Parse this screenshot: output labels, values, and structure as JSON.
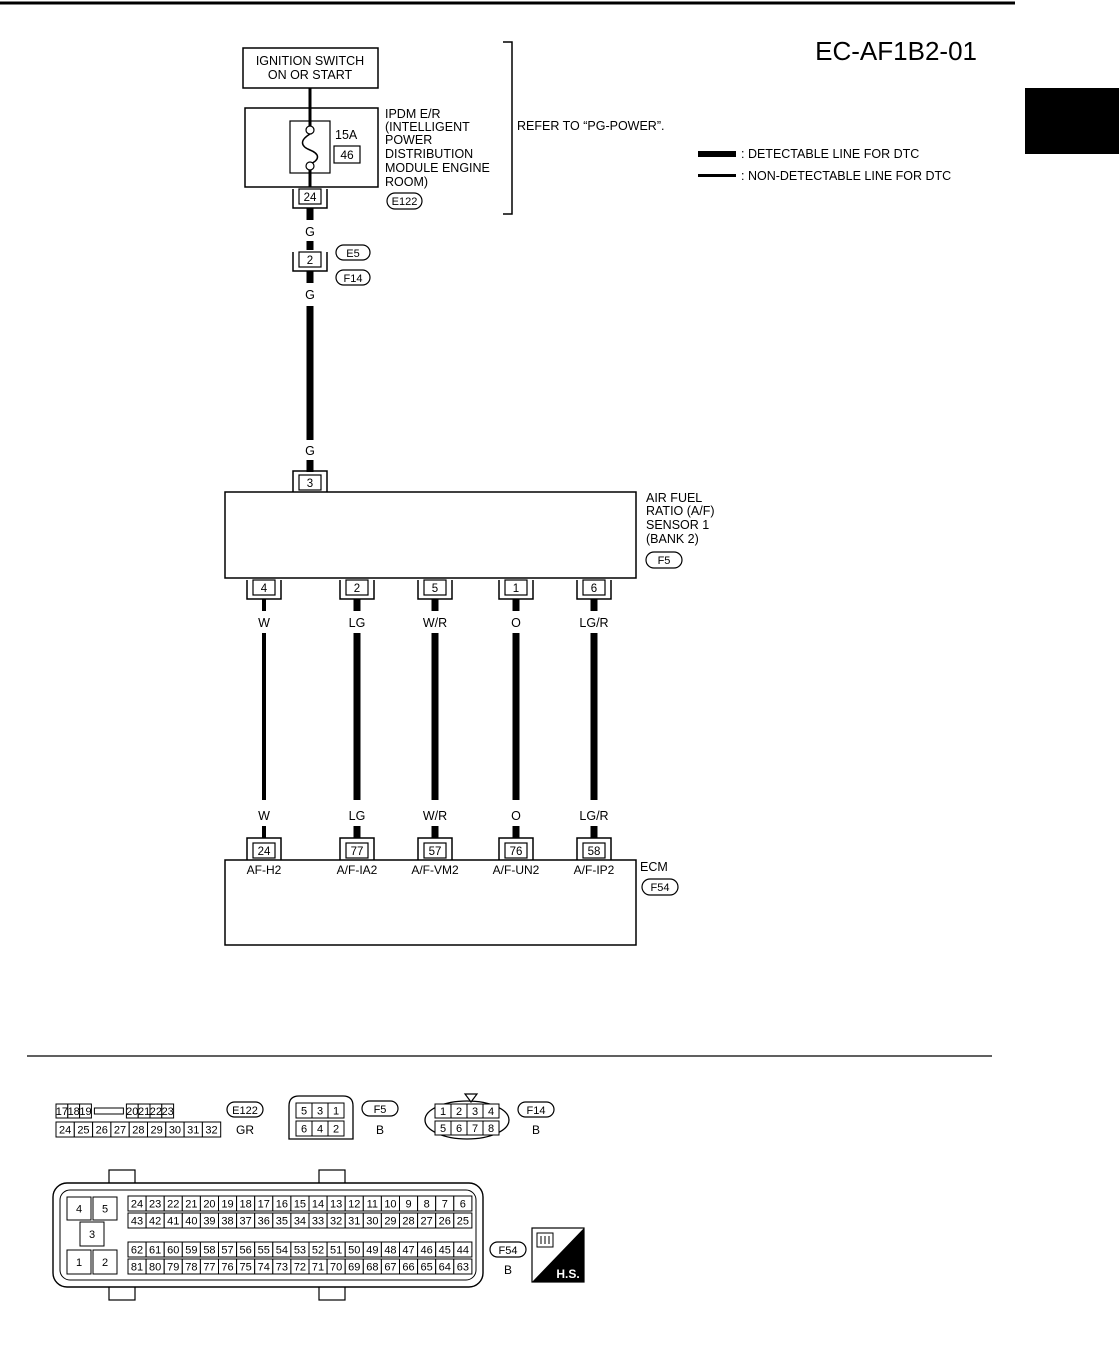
{
  "diagram_id": "EC-AF1B2-01",
  "refer_note": "REFER TO “PG-POWER”.",
  "legend": {
    "detectable": ": DETECTABLE LINE FOR DTC",
    "non_detectable": ": NON-DETECTABLE LINE FOR DTC"
  },
  "ignition": {
    "line1": "IGNITION SWITCH",
    "line2": "ON OR START"
  },
  "ipdm": {
    "lines": [
      "IPDM E/R",
      "(INTELLIGENT",
      "POWER",
      "DISTRIBUTION",
      "MODULE ENGINE",
      "ROOM)"
    ],
    "fuse_rating": "15A",
    "fuse_number": "46",
    "terminal": "24",
    "connector": "E122"
  },
  "joint": {
    "terminal": "2",
    "connector_top": "E5",
    "connector_bottom": "F14"
  },
  "wire_color_g": "G",
  "sensor": {
    "lines": [
      "AIR FUEL",
      "RATIO (A/F)",
      "SENSOR 1",
      "(BANK 2)"
    ],
    "connector": "F5",
    "top_terminal": "3"
  },
  "circuits": [
    {
      "sensor_terminal": "4",
      "color": "W",
      "ecm_terminal": "24",
      "ecm_label": "AF-H2"
    },
    {
      "sensor_terminal": "2",
      "color": "LG",
      "ecm_terminal": "77",
      "ecm_label": "A/F-IA2"
    },
    {
      "sensor_terminal": "5",
      "color": "W/R",
      "ecm_terminal": "57",
      "ecm_label": "A/F-VM2"
    },
    {
      "sensor_terminal": "1",
      "color": "O",
      "ecm_terminal": "76",
      "ecm_label": "A/F-UN2"
    },
    {
      "sensor_terminal": "6",
      "color": "LG/R",
      "ecm_terminal": "58",
      "ecm_label": "A/F-IP2"
    }
  ],
  "ecm": {
    "label": "ECM",
    "connector": "F54"
  },
  "connectors": {
    "e122": {
      "id": "E122",
      "color": "GR",
      "row1": [
        "17",
        "18",
        "19",
        "",
        "20",
        "21",
        "22",
        "23"
      ],
      "row2": [
        "24",
        "25",
        "26",
        "27",
        "28",
        "29",
        "30",
        "31",
        "32"
      ]
    },
    "f5": {
      "id": "F5",
      "color": "B",
      "row1": [
        "5",
        "3",
        "1"
      ],
      "row2": [
        "6",
        "4",
        "2"
      ]
    },
    "f14": {
      "id": "F14",
      "color": "B",
      "row1": [
        "1",
        "2",
        "3",
        "4"
      ],
      "row2": [
        "5",
        "6",
        "7",
        "8"
      ]
    },
    "f54": {
      "id": "F54",
      "color": "B",
      "left_top": [
        "4",
        "5"
      ],
      "left_mid": "3",
      "left_bottom": [
        "1",
        "2"
      ],
      "row1": [
        "24",
        "23",
        "22",
        "21",
        "20",
        "19",
        "18",
        "17",
        "16",
        "15",
        "14",
        "13",
        "12",
        "11",
        "10",
        "9",
        "8",
        "7",
        "6"
      ],
      "row2": [
        "43",
        "42",
        "41",
        "40",
        "39",
        "38",
        "37",
        "36",
        "35",
        "34",
        "33",
        "32",
        "31",
        "30",
        "29",
        "28",
        "27",
        "26",
        "25"
      ],
      "row3": [
        "62",
        "61",
        "60",
        "59",
        "58",
        "57",
        "56",
        "55",
        "54",
        "53",
        "52",
        "51",
        "50",
        "49",
        "48",
        "47",
        "46",
        "45",
        "44"
      ],
      "row4": [
        "81",
        "80",
        "79",
        "78",
        "77",
        "76",
        "75",
        "74",
        "73",
        "72",
        "71",
        "70",
        "69",
        "68",
        "67",
        "66",
        "65",
        "64",
        "63"
      ]
    }
  },
  "hs_badge": "H.S."
}
